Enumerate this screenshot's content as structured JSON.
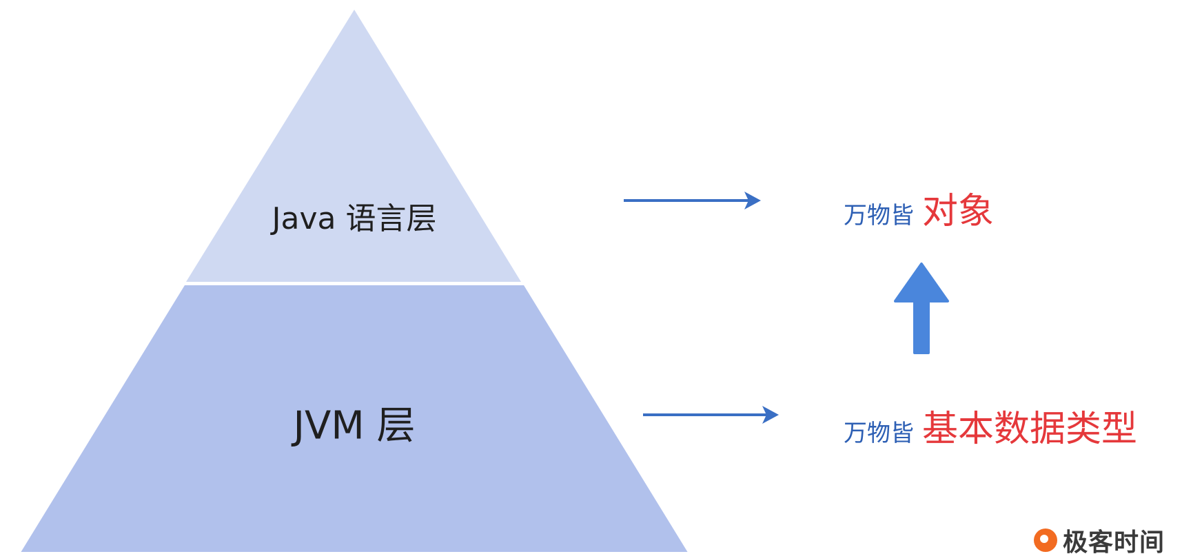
{
  "pyramid": {
    "top_label": "Java 语言层",
    "bottom_label": "JVM 层",
    "top_color": "#cfd9f2",
    "bottom_color": "#b1c1ec"
  },
  "captions": {
    "top": {
      "prefix": "万物皆",
      "highlight": "对象"
    },
    "bottom": {
      "prefix": "万物皆",
      "highlight": "基本数据类型"
    }
  },
  "colors": {
    "arrow": "#3a6fc4",
    "up_arrow": "#4a86dc",
    "prefix_text": "#2d5fb4",
    "highlight_text": "#e5383b"
  },
  "logo": {
    "text": "极客时间",
    "icon": "geektime-logo-icon"
  }
}
